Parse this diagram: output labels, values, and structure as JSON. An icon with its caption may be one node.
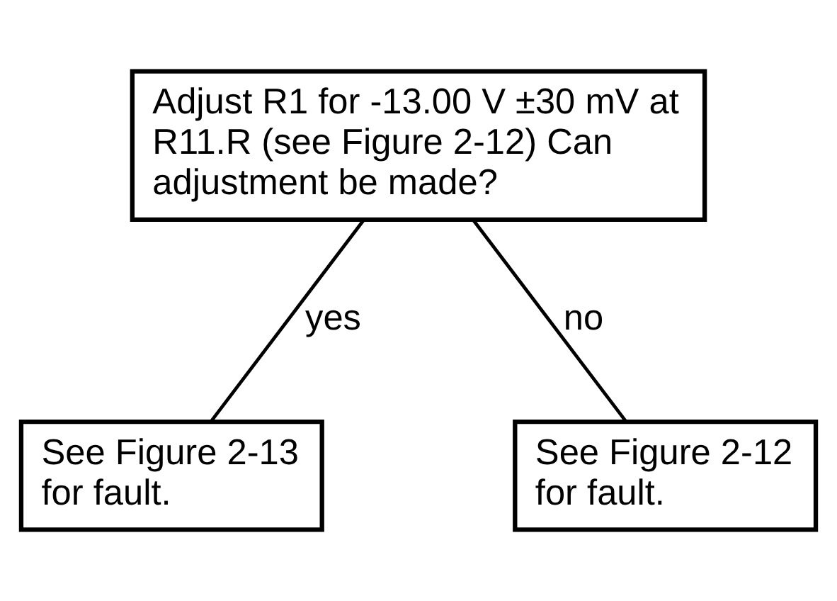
{
  "diagram": {
    "nodes": [
      {
        "text": [
          "Adjust R1 for -13.00 V ±30 mV at R11.R (see Figure 2-12) Can adjustment be made?"
        ]
      },
      {
        "text": [
          "See Figure 2-13 for fault."
        ]
      },
      {
        "text": [
          "See Figure 2-12 for fault."
        ]
      }
    ],
    "edges": [
      {
        "from": 0,
        "to": 1,
        "arrow": "none",
        "label": "yes"
      },
      {
        "from": 0,
        "to": 2,
        "arrow": "none",
        "label": "no"
      }
    ]
  }
}
